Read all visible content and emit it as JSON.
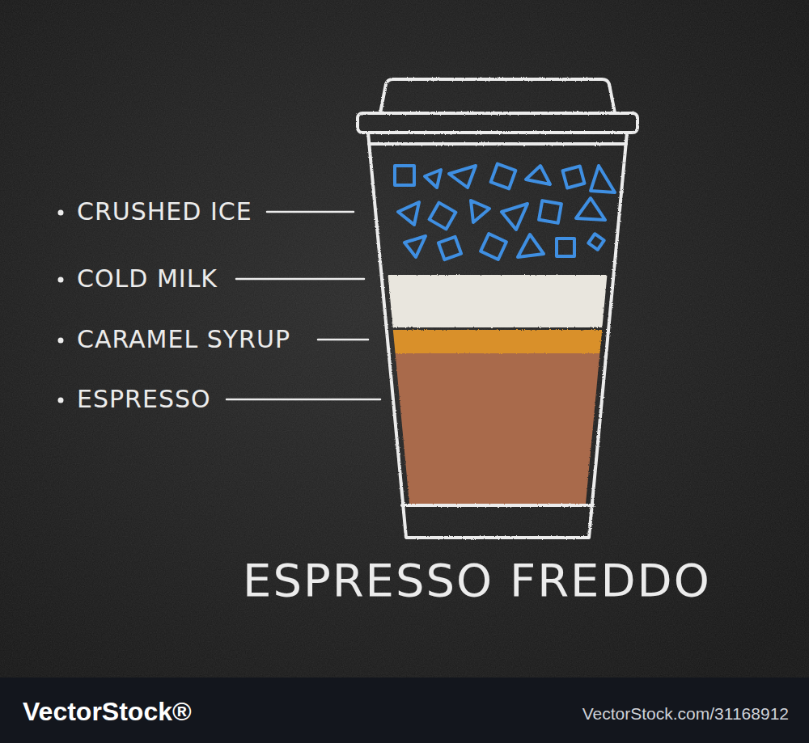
{
  "diagram": {
    "title": "ESPRESSO FREDDO",
    "labels": [
      "CRUSHED ICE",
      "COLD MILK",
      "CARAMEL SYRUP",
      "ESPRESSO",
      "VectorStock®",
      "VectorStock.com/31168912"
    ]
  }
}
